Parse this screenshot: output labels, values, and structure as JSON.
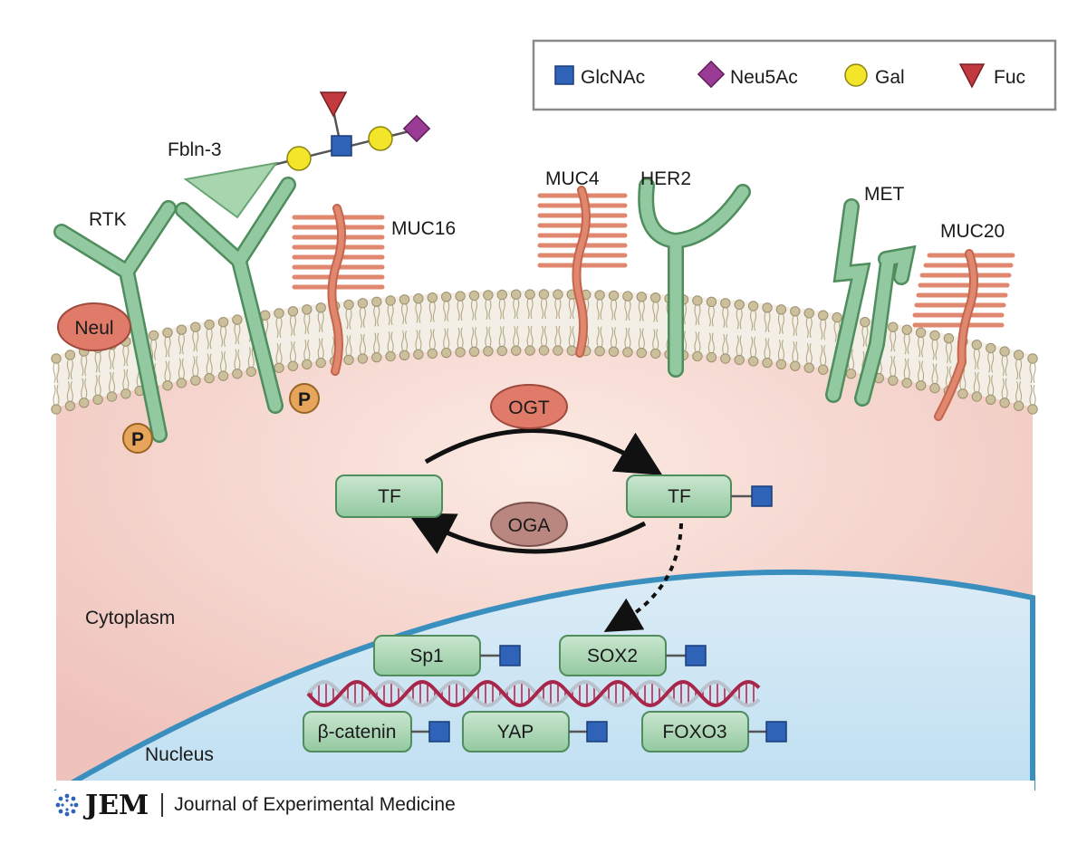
{
  "legend": {
    "items": [
      {
        "label": "GlcNAc",
        "icon": "blue-square-icon"
      },
      {
        "label": "Neu5Ac",
        "icon": "purple-diamond-icon"
      },
      {
        "label": "Gal",
        "icon": "yellow-circle-icon"
      },
      {
        "label": "Fuc",
        "icon": "red-triangle-icon"
      }
    ]
  },
  "receptors": {
    "fbln3": "Fbln-3",
    "rtk": "RTK",
    "muc16": "MUC16",
    "muc4": "MUC4",
    "her2": "HER2",
    "met": "MET",
    "muc20": "MUC20",
    "neul": "Neul",
    "phospho": "P"
  },
  "cycle": {
    "ogt": "OGT",
    "oga": "OGA",
    "tf_left": "TF",
    "tf_right": "TF"
  },
  "compartments": {
    "cytoplasm": "Cytoplasm",
    "nucleus": "Nucleus"
  },
  "nuclear_factors": {
    "sp1": "Sp1",
    "sox2": "SOX2",
    "bcatenin": "β-catenin",
    "yap": "YAP",
    "foxo3": "FOXO3"
  },
  "footer": {
    "mark": "JEM",
    "journal": "Journal of Experimental Medicine"
  },
  "colors": {
    "receptor_green": "#93c9a0",
    "receptor_outline": "#4f8d5c",
    "mucin": "#e0876f",
    "glcnac": "#2e63b8",
    "neu5ac": "#9a3b96",
    "gal": "#f2e52a",
    "fuc": "#c23a40",
    "ogt": "#e07b6a",
    "oga": "#b98680",
    "nucleus": "#cfe6f3",
    "cytoplasm": "#f1cdc5"
  }
}
